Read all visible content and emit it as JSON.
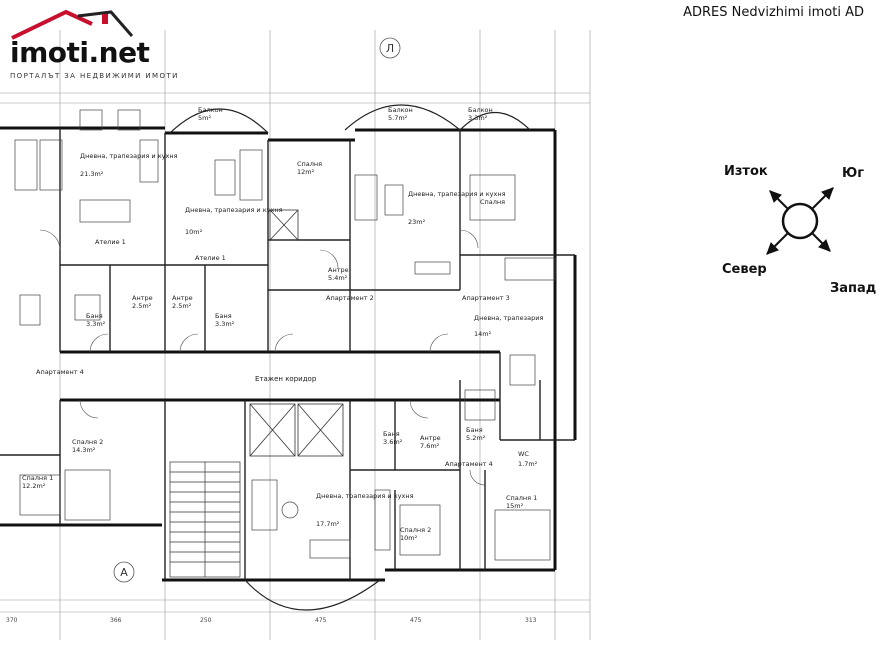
{
  "logo": {
    "brand": "imoti.net",
    "tagline": "ПОРТАЛЪТ ЗА НЕДВИЖИМИ ИМОТИ",
    "accent_color": "#c8102e"
  },
  "watermark": "ADRES Nedvizhimi imoti AD",
  "compass": {
    "east": "Изток",
    "south": "Юг",
    "north": "Север",
    "west": "Запад"
  },
  "axes": {
    "top": "Л",
    "bottom": "А"
  },
  "corridor": "Етажен коридор",
  "rooms": [
    {
      "name": "Балкон",
      "area": "5m²"
    },
    {
      "name": "Балкон",
      "area": "5.7m²"
    },
    {
      "name": "Балкон",
      "area": "3.3m²"
    },
    {
      "name": "Спалня",
      "area": "12m²"
    },
    {
      "name": "Спалня",
      "area": ""
    },
    {
      "name": "Дневна, трапезария и кухня",
      "area": "21.3m²"
    },
    {
      "name": "Дневна, трапезария и кухня",
      "area": "10m²"
    },
    {
      "name": "Дневна, трапезария и кухня",
      "area": "23m²"
    },
    {
      "name": "Ателие 1",
      "area": ""
    },
    {
      "name": "Ателие 1",
      "area": ""
    },
    {
      "name": "Антре",
      "area": "2.5m²"
    },
    {
      "name": "Антре",
      "area": "2.5m²"
    },
    {
      "name": "Антре",
      "area": "5.4m²"
    },
    {
      "name": "Баня",
      "area": "3.3m²"
    },
    {
      "name": "Баня",
      "area": "3.3m²"
    },
    {
      "name": "Апартамент 2",
      "area": ""
    },
    {
      "name": "Апартамент 3",
      "area": ""
    },
    {
      "name": "Дневна, трапезария",
      "area": "14m²"
    },
    {
      "name": "Апартамент 4",
      "area": ""
    },
    {
      "name": "Апартамент 4",
      "area": ""
    },
    {
      "name": "Спалня 2",
      "area": "14.3m²"
    },
    {
      "name": "Спалня 1",
      "area": "12.2m²"
    },
    {
      "name": "Баня",
      "area": "3.6m²"
    },
    {
      "name": "Антре",
      "area": "7.6m²"
    },
    {
      "name": "Дневна, трапезария и кухня",
      "area": "17.7m²"
    },
    {
      "name": "Спалня 2",
      "area": "10m²"
    },
    {
      "name": "Спалня 1",
      "area": "15m²"
    },
    {
      "name": "Баня",
      "area": "5.2m²"
    },
    {
      "name": "WC",
      "area": "1.7m²"
    }
  ],
  "dimensions": [
    "370",
    "366",
    "250",
    "475",
    "475",
    "313"
  ]
}
